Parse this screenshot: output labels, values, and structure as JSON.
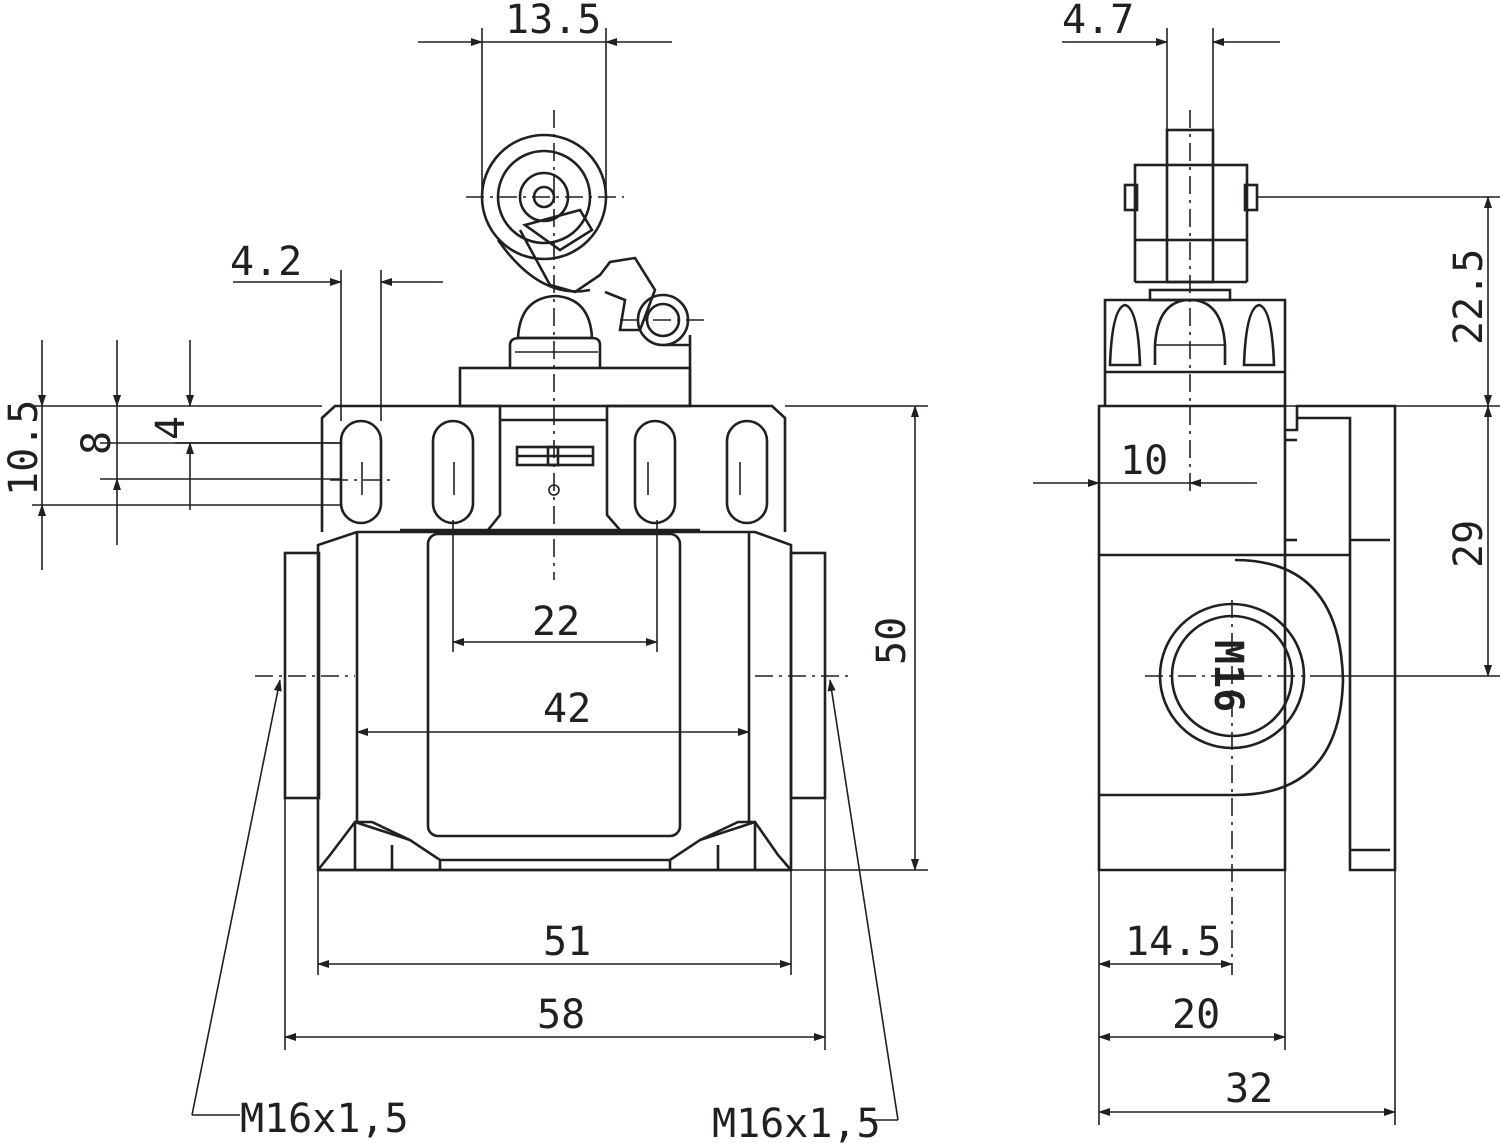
{
  "front_view": {
    "dimensions": {
      "roller_width": "13.5",
      "slot_width": "4.2",
      "slot_total_height": "10.5",
      "slot_pitch_8": "8",
      "slot_offset_4": "4",
      "inner_slot_spacing": "22",
      "outer_slot_spacing": "42",
      "body_height": "50",
      "body_width": "51",
      "overall_width": "58"
    },
    "thread_left": "M16x1,5",
    "thread_right": "M16x1,5"
  },
  "side_view": {
    "dimensions": {
      "roller_thickness": "4.7",
      "roller_height": "22.5",
      "head_offset": "10",
      "port_height": "29",
      "port_offset": "14.5",
      "body_depth": "20",
      "overall_depth": "32"
    },
    "port_label": "M16"
  },
  "colors": {
    "line": "#231f20",
    "background": "#ffffff"
  }
}
